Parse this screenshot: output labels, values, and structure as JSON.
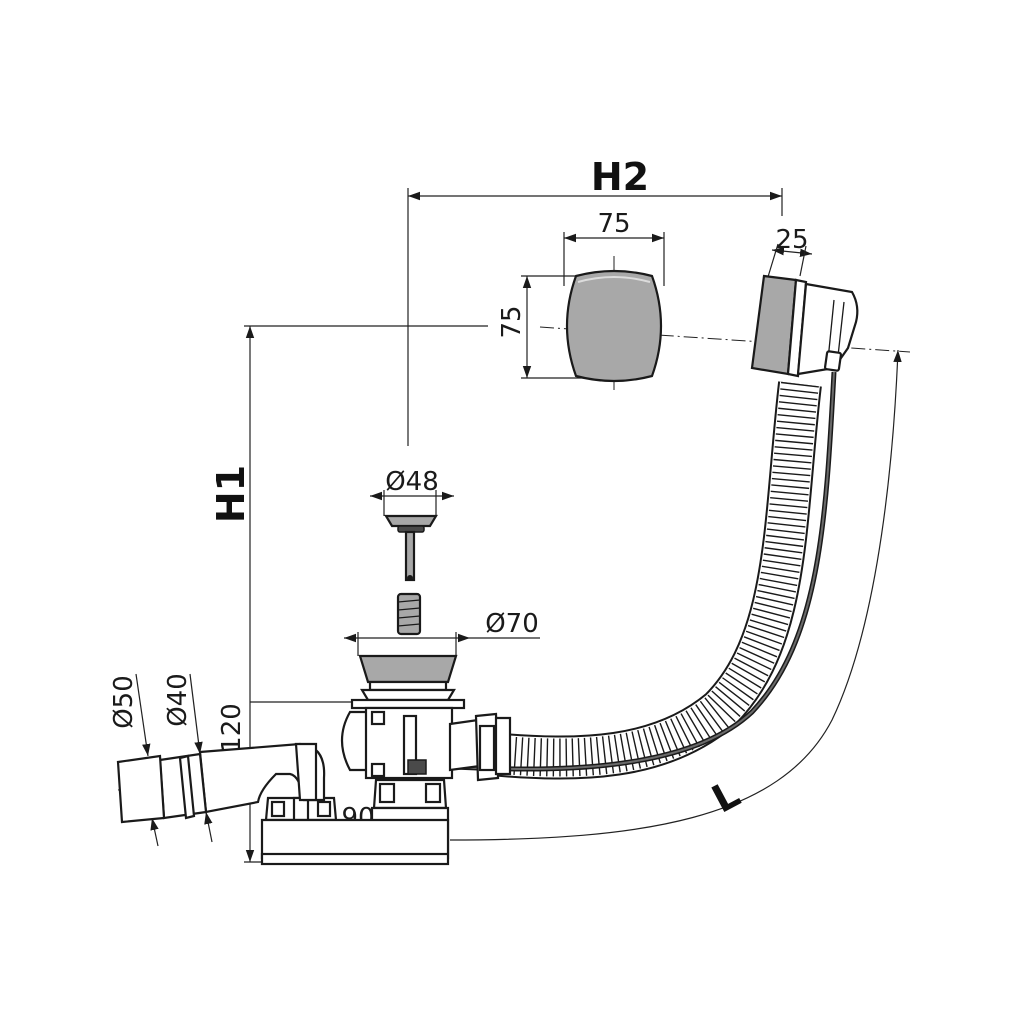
{
  "dimensions": {
    "h2": "H2",
    "h1": "H1",
    "l": "L",
    "overflow_width": "75",
    "overflow_height": "75",
    "inlet_depth": "25",
    "plug_diameter": "Ø48",
    "flange_diameter": "Ø70",
    "outlet_outer_diameter": "Ø50",
    "outlet_inner_diameter": "Ø40",
    "trap_height": "120",
    "trap_offset": "90"
  },
  "colors": {
    "line": "#1a1a1a",
    "metal_fill": "#a8a8a8",
    "dark_fill": "#4a4a4a"
  }
}
